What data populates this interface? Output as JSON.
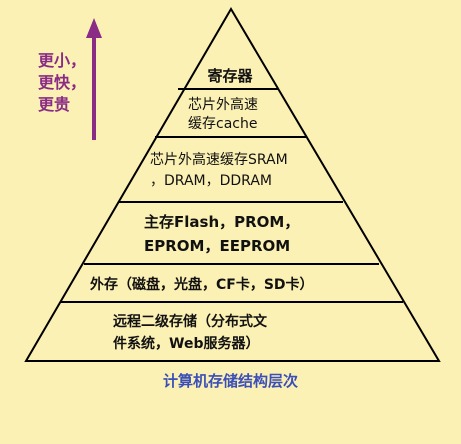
{
  "side_labels": [
    "更小，",
    "更快，",
    "更贵"
  ],
  "levels": [
    {
      "lines": [
        "寄存器"
      ]
    },
    {
      "lines": [
        "芯片外高速",
        "缓存cache"
      ]
    },
    {
      "lines": [
        "芯片外高速缓存SRAM",
        "，DRAM，DDRAM"
      ]
    },
    {
      "lines": [
        "主存Flash，PROM，",
        "EPROM，EEPROM"
      ]
    },
    {
      "lines": [
        "外存（磁盘，光盘，CF卡，SD卡）"
      ]
    },
    {
      "lines": [
        "远程二级存储（分布式文",
        "件系统，Web服务器）"
      ]
    }
  ],
  "caption": "计算机存储结构层次",
  "colors": {
    "background": "#fcf1b4",
    "arrow": "#8a2b86",
    "side_text": "#8a2b86",
    "caption": "#3a4fb8",
    "outline": "#000000"
  }
}
